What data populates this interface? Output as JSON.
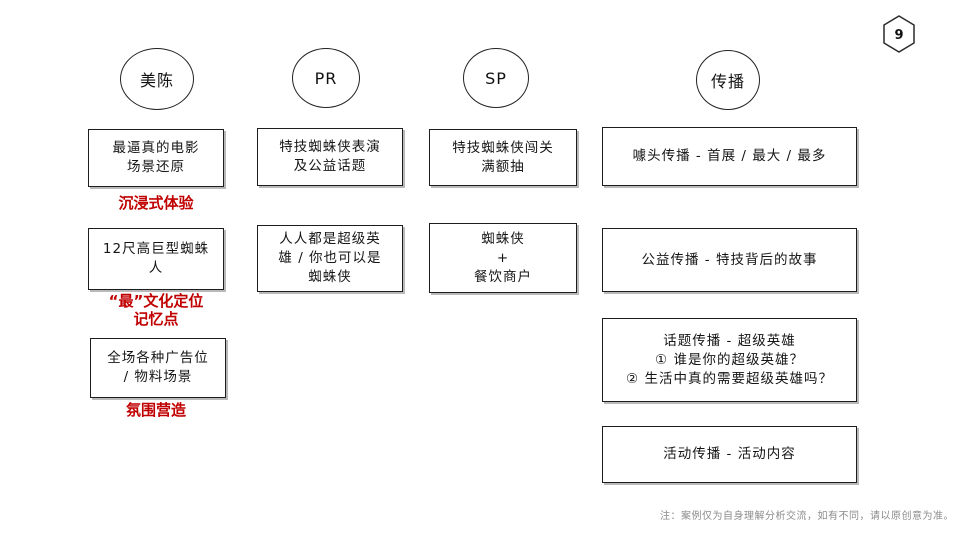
{
  "page": {
    "page_number": "9",
    "footnote": "注：案例仅为自身理解分析交流，如有不同，请以原创意为准。"
  },
  "colors": {
    "accent_red": "#c00000",
    "ink": "#1f1f1f",
    "note_gray": "#8c8c8c",
    "shape_outline": "#222222"
  },
  "columns": [
    {
      "id": "display",
      "circle_label": "美陈",
      "items": [
        {
          "type": "box",
          "lines": [
            "最逼真的电影",
            "场景还原"
          ]
        },
        {
          "type": "caption",
          "lines": [
            "沉浸式体验"
          ]
        },
        {
          "type": "box",
          "lines": [
            "12尺高巨型蜘蛛",
            "人"
          ]
        },
        {
          "type": "caption",
          "lines": [
            "“最”文化定位",
            "记忆点"
          ]
        },
        {
          "type": "box",
          "lines": [
            "全场各种广告位",
            "/ 物料场景"
          ]
        },
        {
          "type": "caption",
          "lines": [
            "氛围营造"
          ]
        }
      ]
    },
    {
      "id": "pr",
      "circle_label": "PR",
      "items": [
        {
          "type": "box",
          "lines": [
            "特技蜘蛛侠表演",
            "及公益话题"
          ]
        },
        {
          "type": "box",
          "lines": [
            "人人都是超级英",
            "雄 / 你也可以是",
            "蜘蛛侠"
          ]
        }
      ]
    },
    {
      "id": "sp",
      "circle_label": "SP",
      "items": [
        {
          "type": "box",
          "lines": [
            "特技蜘蛛侠闯关",
            "满额抽"
          ]
        },
        {
          "type": "box",
          "lines": [
            "蜘蛛侠",
            "+",
            "餐饮商户"
          ]
        }
      ]
    },
    {
      "id": "spread",
      "circle_label": "传播",
      "items": [
        {
          "type": "box",
          "lines": [
            "噱头传播 - 首展 / 最大 / 最多"
          ]
        },
        {
          "type": "box",
          "lines": [
            "公益传播 - 特技背后的故事"
          ]
        },
        {
          "type": "box",
          "lines": [
            "话题传播 - 超级英雄",
            "① 谁是你的超级英雄？",
            "② 生活中真的需要超级英雄吗？"
          ]
        },
        {
          "type": "box",
          "lines": [
            "活动传播 - 活动内容"
          ]
        }
      ]
    }
  ]
}
